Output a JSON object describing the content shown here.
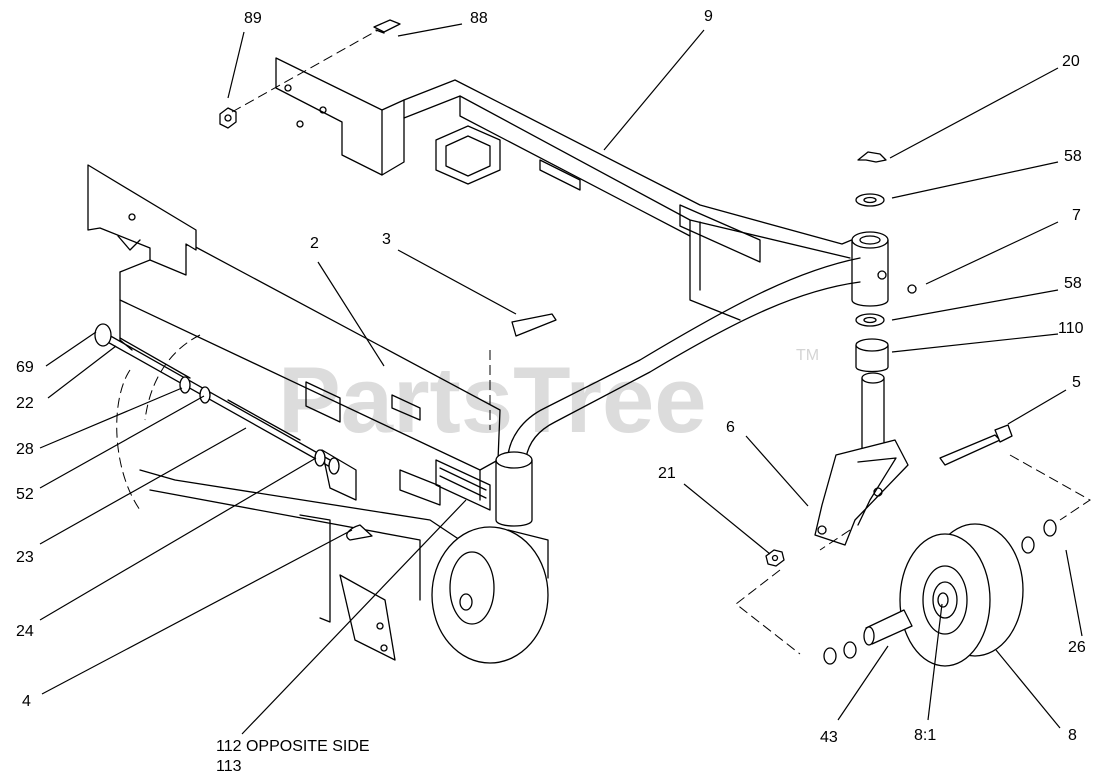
{
  "watermark": "PartsTree",
  "trademark": "TM",
  "callouts": {
    "c89": "89",
    "c88": "88",
    "c9": "9",
    "c20": "20",
    "c58a": "58",
    "c7": "7",
    "c58b": "58",
    "c110": "110",
    "c5": "5",
    "c2": "2",
    "c3": "3",
    "c69": "69",
    "c22": "22",
    "c28": "28",
    "c52": "52",
    "c23": "23",
    "c24": "24",
    "c4": "4",
    "c6": "6",
    "c21": "21",
    "c26": "26",
    "c43": "43",
    "c81": "8:1",
    "c8": "8",
    "c112": "112 OPPOSITE SIDE",
    "c113": "113"
  }
}
